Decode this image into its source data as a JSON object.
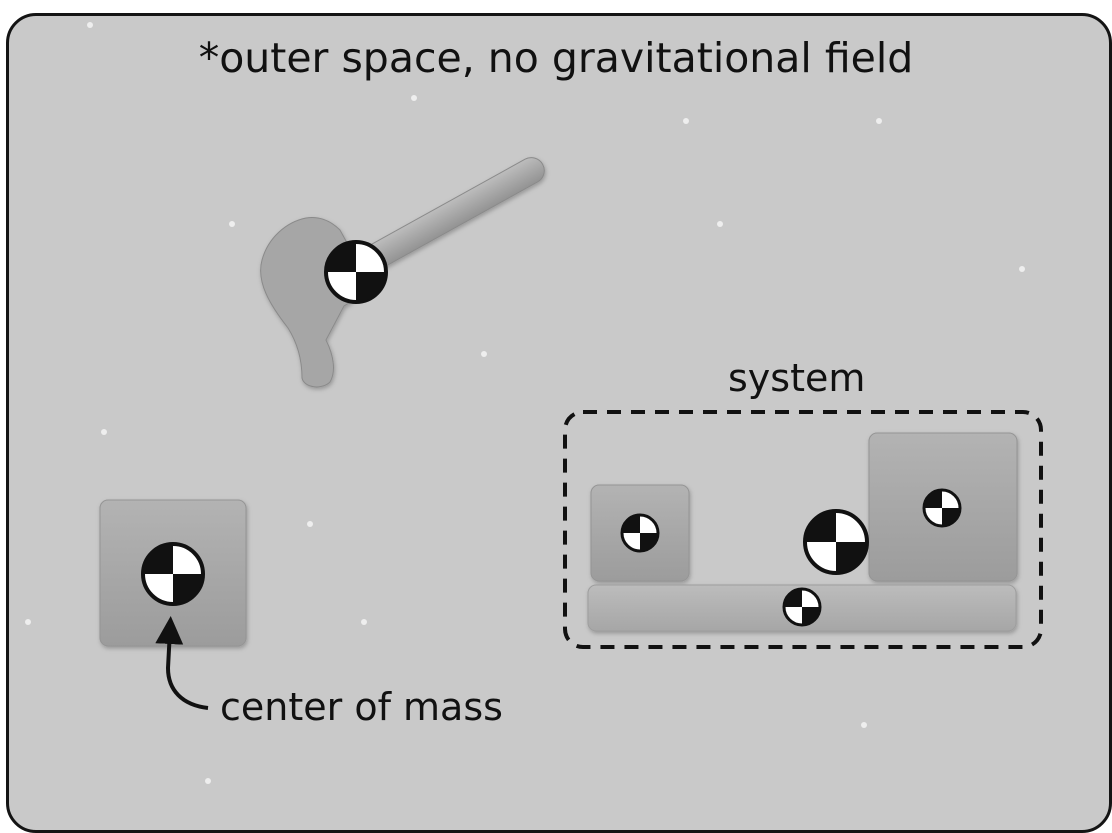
{
  "header": {
    "title": "*outer space, no gravitational field"
  },
  "labels": {
    "system": "system",
    "center_of_mass": "center of mass"
  },
  "colors": {
    "background": "#c9c9c9",
    "border": "#141414",
    "block_fill": "#a9a9a9",
    "hammer_fill": "#a6a6a6",
    "star": "#eeeeee"
  }
}
